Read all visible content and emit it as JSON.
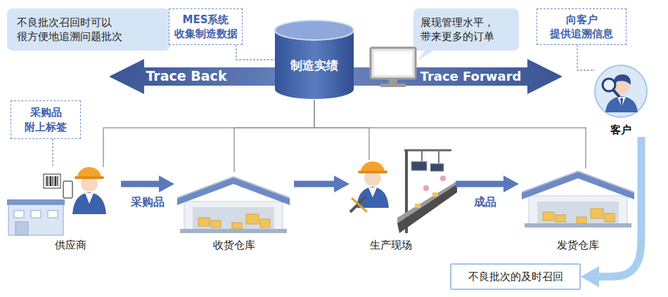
{
  "diagram": {
    "nodes": [
      {
        "text": [
          "不良批次召回时可以 很方便地追溯问题批次"
        ]
      },
      {
        "text": [
          "MES系统 收集制造数据"
        ]
      },
      {
        "text": [
          "制造实绩"
        ]
      },
      {
        "text": [
          "展现管理水平， 带来更多的订单"
        ]
      },
      {
        "text": [
          "向客户 提供追溯信息"
        ]
      },
      {
        "text": [
          "Trace Back"
        ]
      },
      {
        "text": [
          "Trace Forward"
        ]
      },
      {
        "text": [
          "客户"
        ]
      },
      {
        "text": [
          "采购品 附上标签"
        ]
      },
      {
        "text": [
          "供应商"
        ]
      },
      {
        "text": [
          "收货仓库"
        ]
      },
      {
        "text": [
          "生产现场"
        ]
      },
      {
        "text": [
          "发货仓库"
        ]
      },
      {
        "text": [
          "不良批次的及时召回"
        ]
      }
    ],
    "edges": [
      {
        "from": 1,
        "to": 2,
        "arrow": "none"
      },
      {
        "from": 4,
        "to": 7,
        "arrow": "none"
      },
      {
        "from": 8,
        "to": 9,
        "arrow": "none"
      },
      {
        "from": 2,
        "to": 9,
        "arrow": "none"
      },
      {
        "from": 2,
        "to": 10,
        "arrow": "none"
      },
      {
        "from": 2,
        "to": 11,
        "arrow": "none"
      },
      {
        "from": 2,
        "to": 12,
        "arrow": "none"
      },
      {
        "from": 9,
        "to": 10,
        "label": "采购品",
        "arrow": "to"
      },
      {
        "from": 10,
        "to": 11,
        "arrow": "to"
      },
      {
        "from": 11,
        "to": 12,
        "label": "成品",
        "arrow": "to"
      },
      {
        "from": 7,
        "to": 13,
        "arrow": "to"
      }
    ]
  }
}
